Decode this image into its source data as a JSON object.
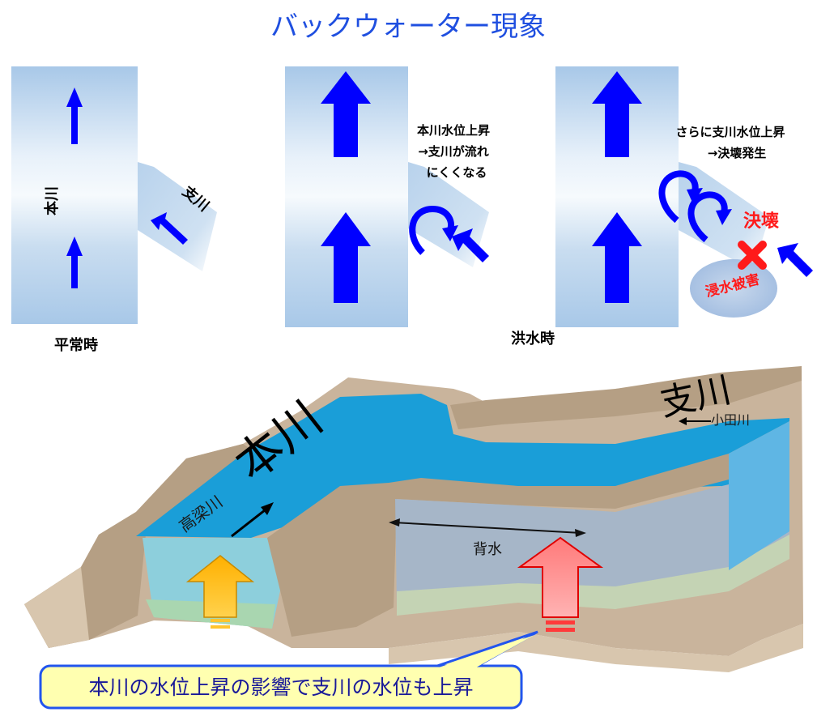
{
  "title": "バックウォーター現象",
  "panels": {
    "normal": {
      "main_river": "本川",
      "tributary": "支川",
      "caption": "平常時"
    },
    "flood_mid": {
      "note_lines": [
        "本川水位上昇",
        "→支川が流れ",
        "にくくなる"
      ]
    },
    "flood_high": {
      "note_lines": [
        "さらに支川水位上昇",
        "→決壊発生"
      ],
      "breach": "決壊",
      "damage": "浸水被害"
    },
    "flood_caption": "洪水時"
  },
  "lower": {
    "main_label": "本川",
    "main_name": "高梁川",
    "tributary_label": "支川",
    "tributary_name": "小田川",
    "backwater": "背水",
    "callout": "本川の水位上昇の影響で支川の水位も上昇"
  },
  "colors": {
    "title": "#1f4fe0",
    "arrow": "#0000ff",
    "river_light": "#a8c8e8",
    "water_top": "#1a9ed8",
    "earth": "#b9a48c",
    "callout_bg": "#ffffb0",
    "breach": "#ff1a1a"
  }
}
